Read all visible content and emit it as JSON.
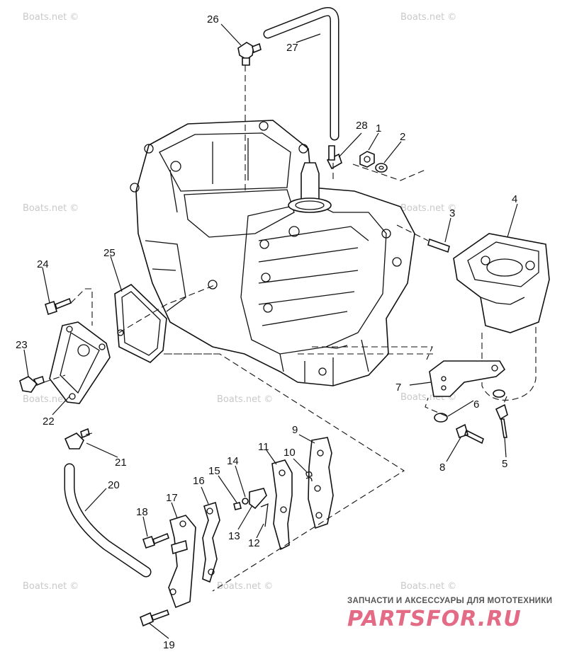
{
  "watermark_text": "Boats.net ©",
  "callouts": {
    "c1": "1",
    "c2": "2",
    "c3": "3",
    "c4": "4",
    "c5": "5",
    "c6": "6",
    "c7": "7",
    "c8": "8",
    "c9": "9",
    "c10": "10",
    "c11": "11",
    "c12": "12",
    "c13": "13",
    "c14": "14",
    "c15": "15",
    "c16": "16",
    "c17": "17",
    "c18": "18",
    "c19": "19",
    "c20": "20",
    "c21": "21",
    "c22": "22",
    "c23": "23",
    "c24": "24",
    "c25": "25",
    "c26": "26",
    "c27": "27",
    "c28": "28"
  },
  "branding": {
    "tagline": "ЗАПЧАСТИ И АКСЕССУАРЫ ДЛЯ МОТОТЕХНИКИ",
    "logo": "PARTSFOR.RU",
    "logo_color": "#e36b86"
  }
}
